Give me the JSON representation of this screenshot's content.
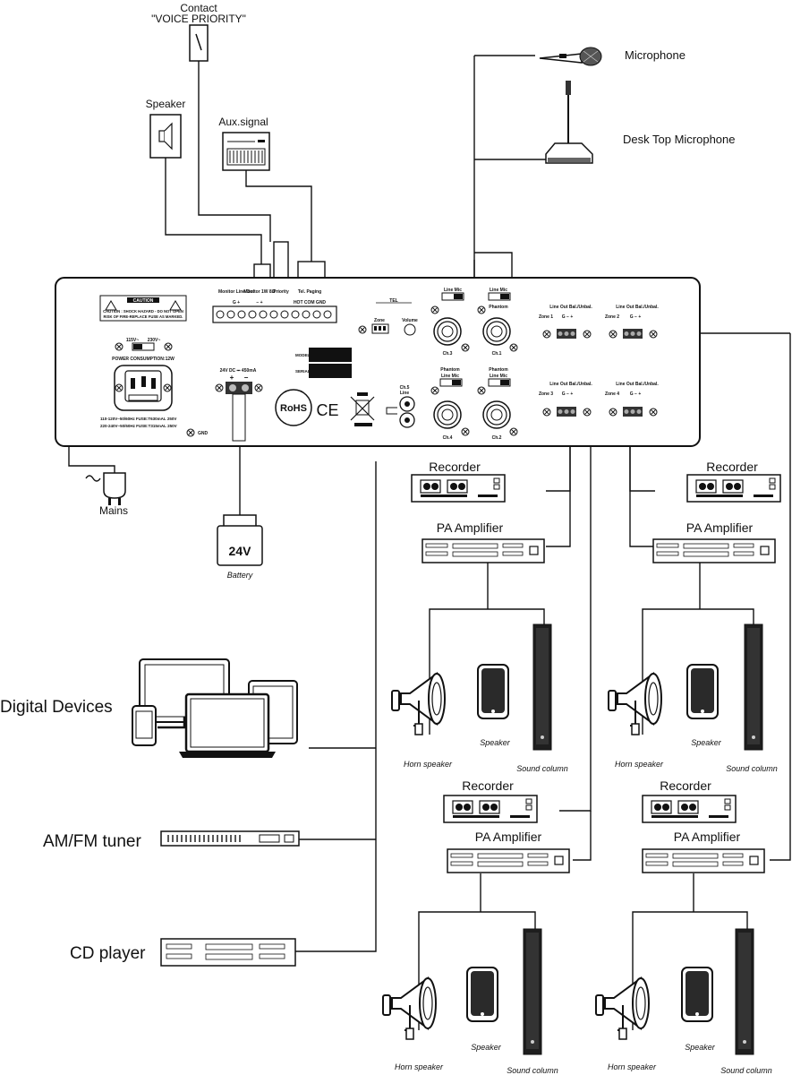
{
  "labels": {
    "contact": "Contact",
    "voice_priority": "\"VOICE PRIORITY\"",
    "speaker_top": "Speaker",
    "aux_signal": "Aux.signal",
    "microphone": "Microphone",
    "desk_mic": "Desk Top Microphone",
    "mains": "Mains",
    "battery_value": "24V",
    "battery": "Battery",
    "digital_devices": "Digital Devices",
    "am_fm_tuner": "AM/FM tuner",
    "cd_player": "CD player",
    "recorder": "Recorder",
    "pa_amplifier": "PA Amplifier",
    "horn_speaker": "Horn speaker",
    "speaker": "Speaker",
    "sound_column": "Sound column"
  },
  "panel": {
    "monitor_line_out": "Monitor Line Out",
    "monitor_1w": "Monitor 1W 8Ω",
    "priority": "Priority",
    "tel_paging": "Tel. Paging",
    "term_g_plus": "G   +",
    "term_minus_plus": "−   +",
    "hot_com_gnd": "HOT COM GND",
    "caution": "CAUTION",
    "caution_text": "CAUTION : SHOCK HAZARD - DO NOT OPEN",
    "caution_text2": "RISK OF FIRE-REPLACE FUSE AS MARKED.",
    "voltage_115": "115V~",
    "voltage_230": "230V~",
    "power_consumption": "POWER CONSUMPTION:12W",
    "fuse_1": "110-120V~50/60Hz FUSE:T630mAL 250V",
    "fuse_2": "220-240V~50/60Hz FUSE:T315mAL 250V",
    "gnd": "GND",
    "dc_label": "24V DC ⎓ 450mA",
    "dc_plus": "+",
    "dc_minus": "−",
    "model": "MODEL",
    "serial": "SERIAL",
    "tel": "TEL",
    "zone": "Zone",
    "volume": "Volume",
    "rohs": "RoHS",
    "ce": "CE",
    "ch5": "Ch.5",
    "line": "Line",
    "line_mic": "Line  Mic",
    "phantom": "Phantom",
    "ch1": "Ch.1",
    "ch2": "Ch.2",
    "ch3": "Ch.3",
    "ch4": "Ch.4",
    "line_out_bal": "Line Out Bal./Unbal.",
    "zone1": "Zone 1",
    "zone2": "Zone 2",
    "zone3": "Zone 3",
    "zone4": "Zone 4",
    "zone_terms": "G  −  +"
  }
}
